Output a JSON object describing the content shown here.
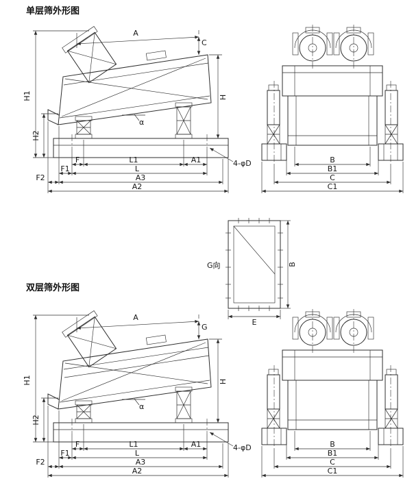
{
  "page": {
    "title_single": "单层筛外形图",
    "title_double": "双层筛外形图"
  },
  "dims": {
    "A": "A",
    "C": "C",
    "G": "G",
    "H1": "H1",
    "H2": "H2",
    "H": "H",
    "alpha": "α",
    "F": "F",
    "L1": "L1",
    "A1": "A1",
    "F1": "F1",
    "L": "L",
    "F2": "F2",
    "A3": "A3",
    "A2": "A2",
    "holes": "4-φD",
    "B": "B",
    "B1": "B1",
    "C1": "C1",
    "E": "E",
    "g_view": "G向"
  }
}
